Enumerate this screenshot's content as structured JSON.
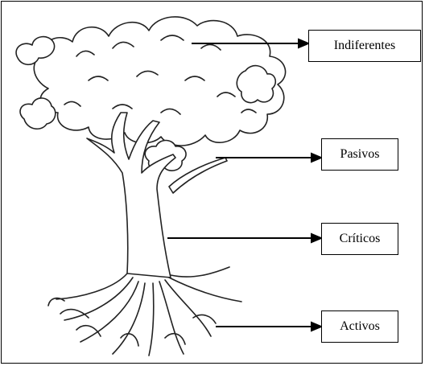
{
  "diagram": {
    "labels": [
      {
        "id": "indiferentes",
        "text": "Indiferentes",
        "points_to": "copa"
      },
      {
        "id": "pasivos",
        "text": "Pasivos",
        "points_to": "ramas"
      },
      {
        "id": "criticos",
        "text": "Críticos",
        "points_to": "tronco"
      },
      {
        "id": "activos",
        "text": "Activos",
        "points_to": "raíces"
      }
    ],
    "colors": {
      "line": "#000000",
      "background": "#ffffff"
    }
  }
}
